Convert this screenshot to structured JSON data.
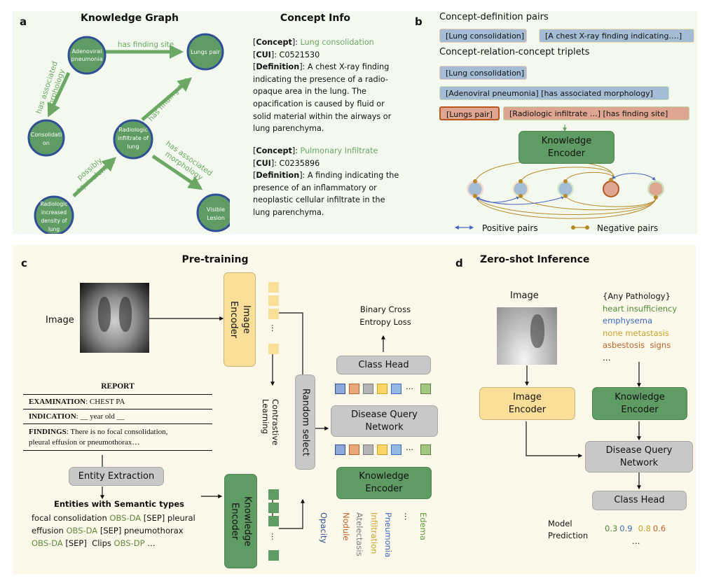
{
  "panel_a": {
    "label": "a",
    "title": "Knowledge Graph",
    "nodes": {
      "adenoviral": [
        "Adenoviral",
        "pneumonia"
      ],
      "lungs_pair": [
        "Lungs pair"
      ],
      "consolidation": [
        "Consolidati",
        "on"
      ],
      "radiologic_infiltrate": [
        "Radiologic",
        "infiltrate of",
        "lung"
      ],
      "radiologic_density": [
        "Radiologic",
        "increased",
        "density of",
        "lung"
      ],
      "visible_lesion": [
        "Visible",
        "Lesion"
      ]
    },
    "edges": {
      "adeno_lungs": "has finding site",
      "adeno_consol": [
        "has associated",
        "morphology"
      ],
      "infil_lungs": "has finding site",
      "density_infil": [
        "possibly",
        "equivalent to"
      ],
      "infil_lesion": [
        "has associated",
        "morphology"
      ]
    },
    "colors": {
      "node_fill": "#5e9c63",
      "node_border": "#2f4f96",
      "edge": "#6aa864"
    }
  },
  "concept_info": {
    "title": "Concept Info",
    "entries": [
      {
        "concept_key": "Concept",
        "concept_value": "Lung consolidation",
        "cui_key": "CUI",
        "cui_value": "C0521530",
        "def_key": "Definition",
        "def_value": "A chest X-ray finding indicating the presence of a radio-opaque area in the lung. The opacification is caused by fluid or solid material within the airways or lung parenchyma."
      },
      {
        "concept_key": "Concept",
        "concept_value": "Pulmonary Infiltrate",
        "cui_key": "CUI",
        "cui_value": "C0235896",
        "def_key": "Definition",
        "def_value": "A finding indicating the presence of an inflammatory or neoplastic cellular infiltrate in the lung parenchyma."
      }
    ]
  },
  "panel_b": {
    "label": "b",
    "pairs_heading": "Concept-definition pairs",
    "pair_chips": [
      "[Lung consolidation]",
      "[A chest X-ray finding indicating….]"
    ],
    "triplets_heading": "Concept-relation-concept triplets",
    "triplet_chips": [
      "[Lung consolidation]",
      "[Adenoviral pneumonia]  [has associated morphology]",
      "[Lungs pair]",
      "[Radiologic infiltrate …] [has finding site]"
    ],
    "encoder": [
      "Knowledge",
      "Encoder"
    ],
    "legend_positive": "Positive  pairs",
    "legend_negative": "Negative pairs",
    "colors": {
      "positive": "#4466c0",
      "negative": "#b8892a"
    }
  },
  "panel_c": {
    "label": "c",
    "title": "Pre-training",
    "image_label": "Image",
    "image_encoder": [
      "Image",
      "Encoder"
    ],
    "knowledge_encoder_left": [
      "Knowledge",
      "Encoder"
    ],
    "contrastive": [
      "Contrastive",
      "Learning"
    ],
    "random_select": "Random select",
    "bce_loss": [
      "Binary Cross",
      "Entropy Loss"
    ],
    "class_head": "Class Head",
    "disease_query": [
      "Disease Query",
      "Network"
    ],
    "knowledge_encoder_right": [
      "Knowledge",
      "Encoder"
    ],
    "ellipsis": "…",
    "report": {
      "title": "REPORT",
      "examination_key": "EXAMINATION",
      "examination_value": "CHEST PA",
      "indication_key": "INDICATION",
      "indication_value": "__ year old __",
      "findings_key": "FINDINGS",
      "findings_value_1": "There is no focal consolidation,",
      "findings_value_2": "pleural  effusion or pneumothorax…"
    },
    "entity_extraction": "Entity Extraction",
    "entities_heading": "Entities with Semantic types",
    "entities_lines": [
      [
        {
          "t": "focal consolidation ",
          "c": "k"
        },
        {
          "t": "OBS-DA",
          "c": "g"
        },
        {
          "t": " [SEP] pleural",
          "c": "k"
        }
      ],
      [
        {
          "t": "effusion ",
          "c": "k"
        },
        {
          "t": "OBS-DA",
          "c": "g"
        },
        {
          "t": " [SEP] pneumothorax",
          "c": "k"
        }
      ],
      [
        {
          "t": "OBS-DA",
          "c": "g"
        },
        {
          "t": " [SEP]  Clips ",
          "c": "k"
        },
        {
          "t": "OBS-DP",
          "c": "g"
        },
        {
          "t": " …",
          "c": "k"
        }
      ]
    ],
    "diseases": [
      {
        "name": "Opacity",
        "color": "#2f4f96"
      },
      {
        "name": "Nodule",
        "color": "#c0622a"
      },
      {
        "name": "Atelectasis",
        "color": "#7a7a7a"
      },
      {
        "name": "Infiltration",
        "color": "#c9a22a"
      },
      {
        "name": "Pneumonia",
        "color": "#3d6cc0"
      },
      {
        "name": "…",
        "color": "#111111"
      },
      {
        "name": "Edema",
        "color": "#5e9c3d"
      }
    ],
    "query_colors": [
      {
        "fill": "#8ea6d8",
        "border": "#2f4f96"
      },
      {
        "fill": "#e9a87c",
        "border": "#c0622a"
      },
      {
        "fill": "#b4b4b4",
        "border": "#7a7a7a"
      },
      {
        "fill": "#fbd565",
        "border": "#c9a22a"
      },
      {
        "fill": "#94b8e4",
        "border": "#3d6cc0"
      },
      {
        "fill": "#a4c884",
        "border": "#5e7e3d"
      }
    ]
  },
  "panel_d": {
    "label": "d",
    "title": "Zero-shot Inference",
    "image_label": "Image",
    "any_pathology": "{Any Pathology}",
    "pathologies": [
      {
        "name": "heart insufficiency",
        "color": "#4e8a3a"
      },
      {
        "name": "emphysema",
        "color": "#3d6cc0"
      },
      {
        "name": "none metastasis",
        "color": "#c9a22a"
      },
      {
        "name": "asbestosis  signs",
        "color": "#c0622a"
      },
      {
        "name": "…",
        "color": "#111111"
      }
    ],
    "image_encoder": [
      "Image",
      "Encoder"
    ],
    "knowledge_encoder": [
      "Knowledge",
      "Encoder"
    ],
    "disease_query": [
      "Disease Query",
      "Network"
    ],
    "class_head": "Class Head",
    "model_prediction": [
      "Model",
      "Prediction"
    ],
    "predictions": [
      {
        "value": "0.3",
        "color": "#4e8a3a"
      },
      {
        "value": "0.9",
        "color": "#3d6cc0"
      },
      {
        "value": "0.8",
        "color": "#c9a22a"
      },
      {
        "value": "0.6",
        "color": "#c0622a"
      }
    ],
    "pred_ellipsis": "…"
  }
}
